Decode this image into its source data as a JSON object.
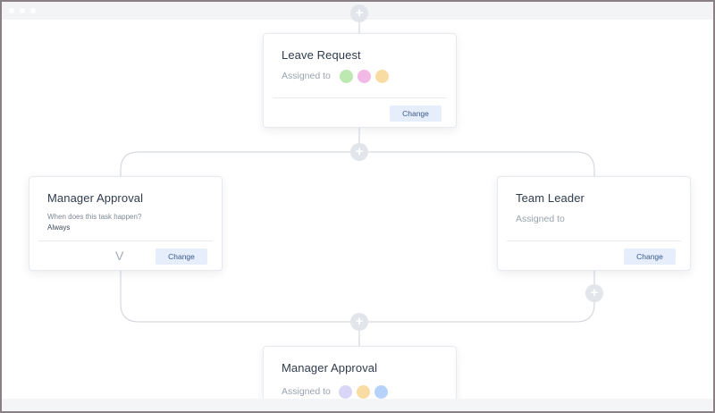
{
  "colors": {
    "avatar_green": "#bde8b2",
    "avatar_pink": "#f2b8e6",
    "avatar_yellow": "#f9dca3",
    "avatar_lavender": "#d9d5f6",
    "avatar_blue": "#b6d2fb",
    "button_bg": "#e7eefb",
    "button_text": "#3a5a8c",
    "connector": "#d5d9df"
  },
  "cards": {
    "leave_request": {
      "title": "Leave Request",
      "assigned_label": "Assigned to",
      "change_label": "Change",
      "avatars": [
        "green",
        "pink",
        "yellow"
      ]
    },
    "manager_approval_left": {
      "title": "Manager Approval",
      "question": "When does this task happen?",
      "answer": "Always",
      "chevron": "V",
      "change_label": "Change"
    },
    "team_leader": {
      "title": "Team Leader",
      "assigned_label": "Assigned to",
      "change_label": "Change"
    },
    "manager_approval_bottom": {
      "title": "Manager Approval",
      "assigned_label": "Assigned to",
      "avatars": [
        "lavender",
        "yellow",
        "blue"
      ]
    }
  },
  "plus_buttons": [
    "+",
    "+",
    "+",
    "+"
  ]
}
